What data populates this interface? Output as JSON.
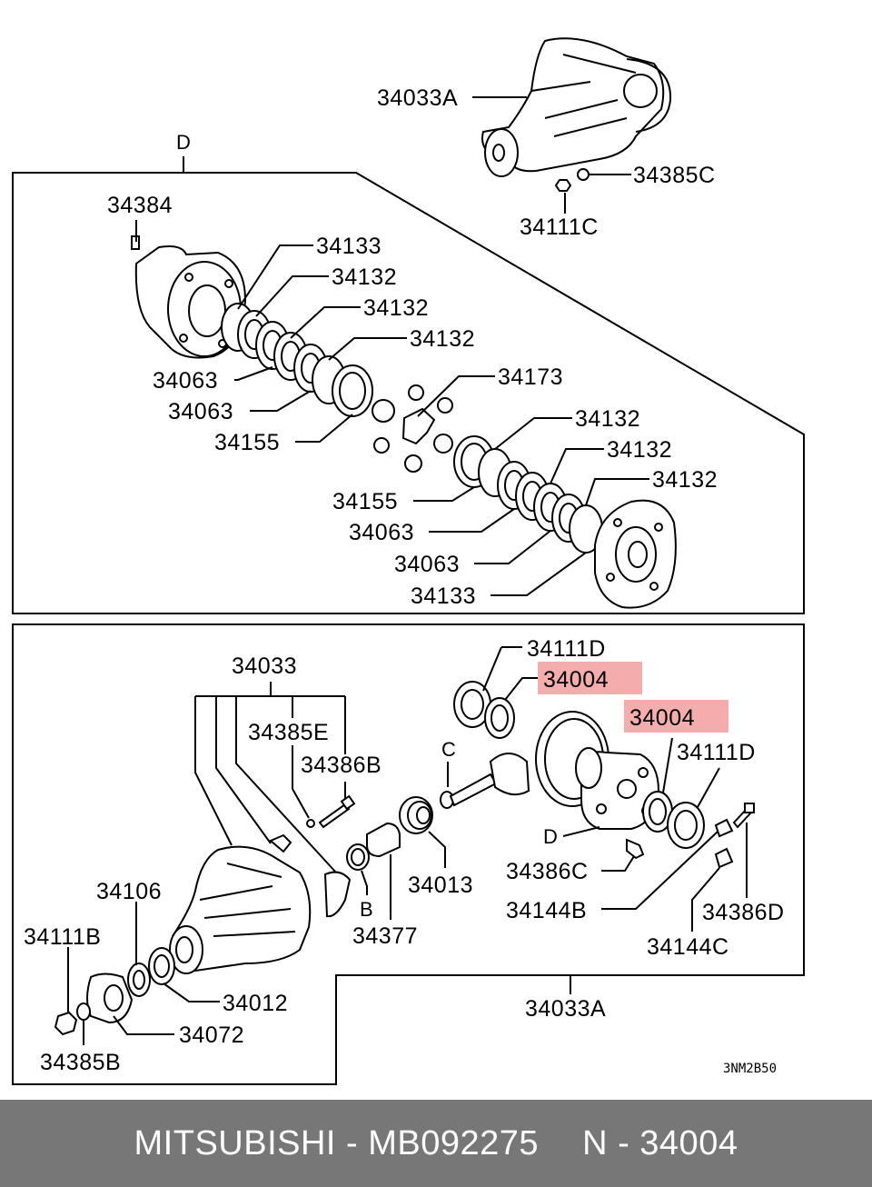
{
  "diagram": {
    "top_labels": {
      "housing_top": "34033A",
      "nut_washer_top": "34385C",
      "nut_top": "34111C",
      "view_d": "D"
    },
    "upper_panel_labels": {
      "bolt": "34384",
      "plate_1": "34133",
      "disc_1": "34132",
      "disc_2": "34132",
      "disc_3": "34132",
      "spacer_1": "34063",
      "spacer_2": "34063",
      "ring_1": "34155",
      "pinion_shaft": "34173",
      "disc_4": "34132",
      "disc_5": "34132",
      "disc_6": "34132",
      "ring_2": "34155",
      "spacer_3": "34063",
      "spacer_4": "34063",
      "plate_2": "34133"
    },
    "lower_panel_labels": {
      "carrier": "34033",
      "washer_e": "34385E",
      "bolt_b": "34386B",
      "bearing_d1": "34111D",
      "bearing_hl1": "34004",
      "bearing_hl2": "34004",
      "bearing_d2": "34111D",
      "marker_c": "C",
      "marker_d": "D",
      "marker_b": "B",
      "bolt_c": "34386C",
      "bracket_b": "34144B",
      "bolt_d": "34386D",
      "bracket_c": "34144C",
      "bearing_front": "34013",
      "spacer_collar": "34377",
      "seal": "34106",
      "nut_b": "34111B",
      "oil_seal": "34012",
      "flange": "34072",
      "washer_b": "34385B",
      "assembly_a": "34033A"
    },
    "drawing_code": "3NM2B50",
    "highlight_color": "#f29d9d"
  },
  "footer": {
    "brand_part": "MITSUBISHI - MB092275",
    "ref": "N - 34004",
    "background": "#777777"
  }
}
